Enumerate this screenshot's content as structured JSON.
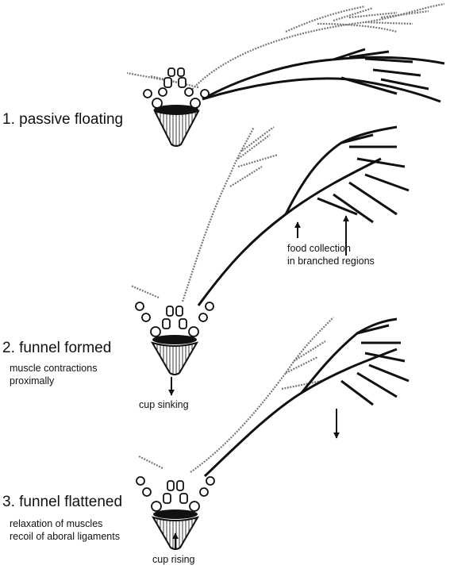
{
  "stages": [
    {
      "title": "1. passive floating"
    },
    {
      "title": "2. funnel formed",
      "note_lines": [
        "muscle contractions",
        "proximally"
      ],
      "arrow_label": "cup sinking"
    },
    {
      "title": "3. funnel flattened",
      "note_lines": [
        "relaxation of muscles",
        "recoil of aboral ligaments"
      ],
      "arrow_label": "cup rising"
    }
  ],
  "food_note_lines": [
    "food collection",
    "in branched regions"
  ],
  "colors": {
    "ink": "#111111",
    "faint": "#777777"
  }
}
